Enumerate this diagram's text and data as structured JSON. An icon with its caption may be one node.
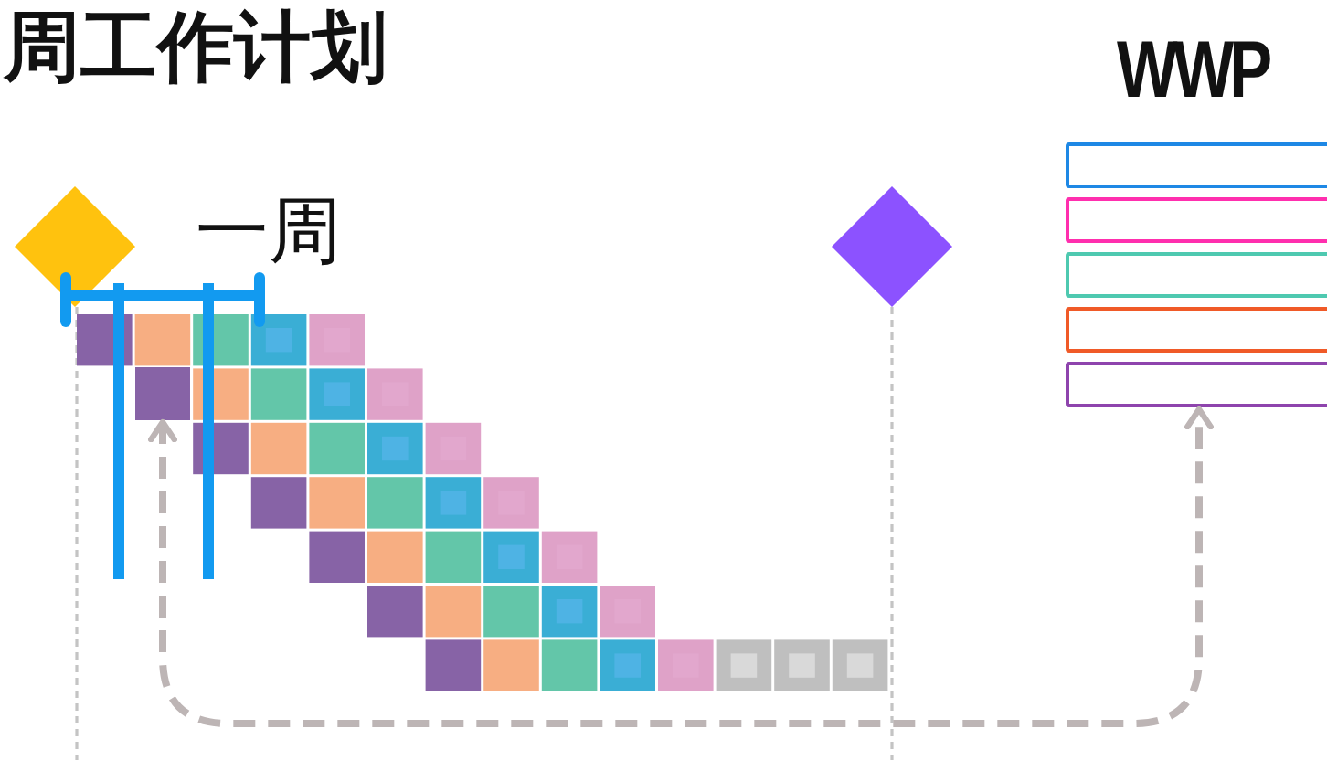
{
  "diagram": {
    "title": "周工作计划",
    "nodes": [
      {
        "text": [
          "WWP"
        ]
      },
      {
        "text": [],
        "shape": "box"
      }
    ],
    "edges": [
      {
        "from": 1,
        "to": 0,
        "arrow": "both",
        "style": "dashed"
      }
    ],
    "labels": [
      "一周"
    ]
  }
}
